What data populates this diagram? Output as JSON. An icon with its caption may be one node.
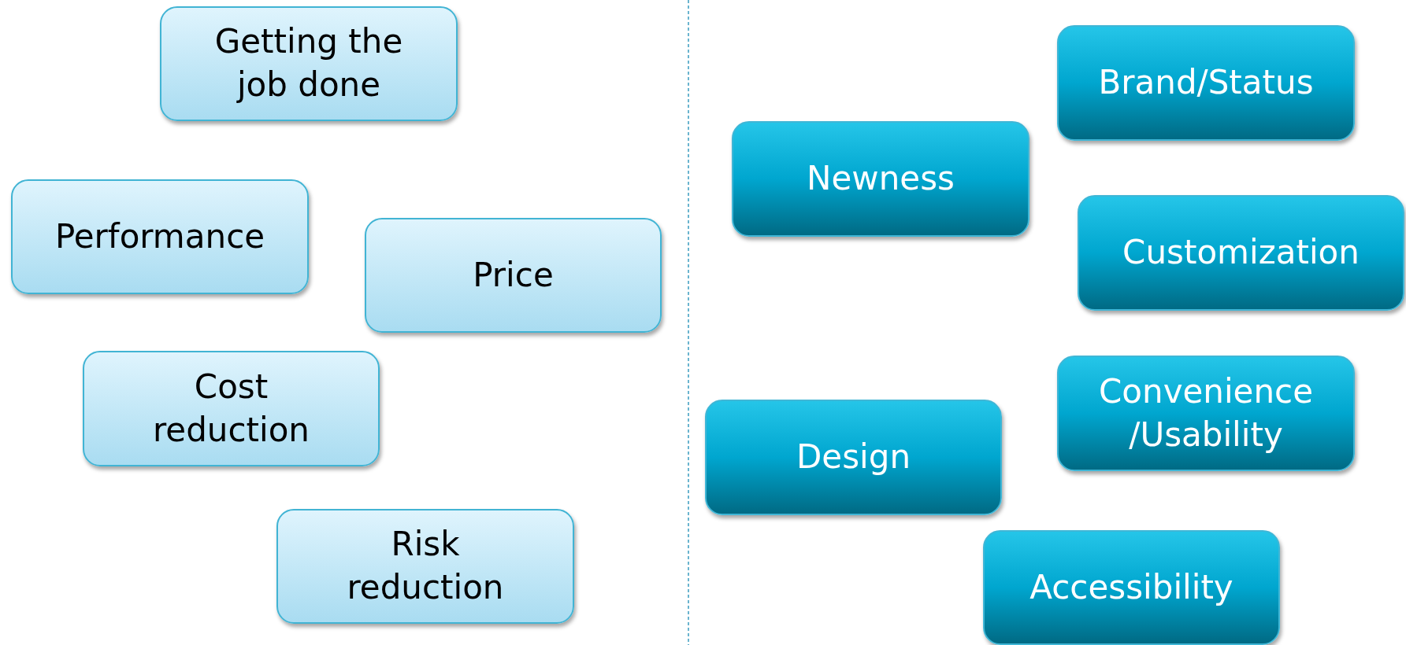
{
  "diagram": {
    "nodes": [
      {
        "text": [
          "Getting the job done"
        ]
      },
      {
        "text": [
          "Performance"
        ]
      },
      {
        "text": [
          "Price"
        ]
      },
      {
        "text": [
          "Cost reduction"
        ]
      },
      {
        "text": [
          "Risk reduction"
        ]
      },
      {
        "text": [
          "Brand/Status"
        ]
      },
      {
        "text": [
          "Newness"
        ]
      },
      {
        "text": [
          "Customization"
        ]
      },
      {
        "text": [
          "Convenience /Usability"
        ]
      },
      {
        "text": [
          "Design"
        ]
      },
      {
        "text": [
          "Accessibility"
        ]
      }
    ]
  }
}
